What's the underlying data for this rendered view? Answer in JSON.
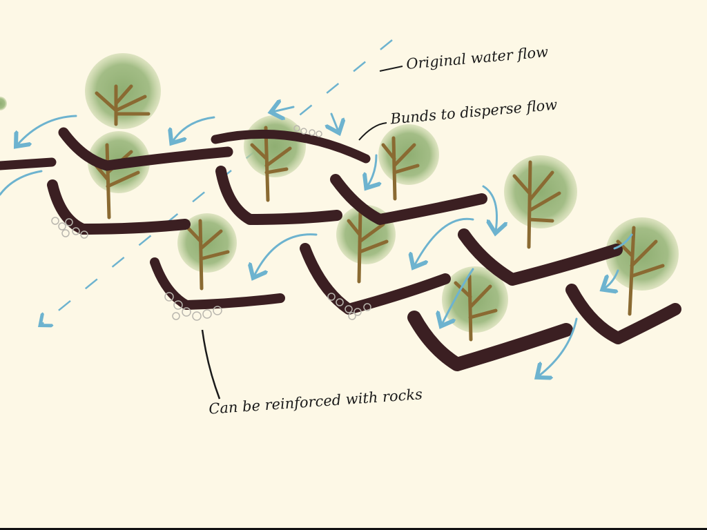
{
  "annotations": {
    "original_flow": "Original water flow",
    "bund": "Bunds to disperse flow",
    "rocks": "Can be reinforced with rocks"
  },
  "colors": {
    "background": "#fdf8e6",
    "bund": "#3b1f22",
    "water": "#6db3cf",
    "tree": "#9bb87f",
    "branch": "#8a6a32"
  }
}
